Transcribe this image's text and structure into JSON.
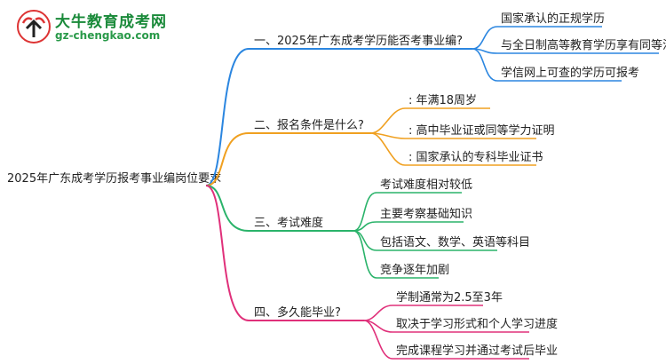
{
  "logo": {
    "title": "大牛教育成考网",
    "url": "gz-chengkao.com"
  },
  "root": {
    "label": "2025年广东成考学历报考事业编岗位要求"
  },
  "branches": [
    {
      "label": "一、2025年广东成考学历能否考事业编?",
      "color": "#2b86e0",
      "leaves": [
        "国家承认的正规学历",
        "与全日制高等教育学历享有同等法律效力",
        "学信网上可查的学历可报考"
      ]
    },
    {
      "label": "二、报名条件是什么?",
      "color": "#f0a020",
      "leaves": [
        ": 年满18周岁",
        ": 高中毕业证或同等学力证明",
        ": 国家承认的专科毕业证书"
      ]
    },
    {
      "label": "三、考试难度",
      "color": "#2ab36a",
      "leaves": [
        "考试难度相对较低",
        "主要考察基础知识",
        "包括语文、数学、英语等科目",
        "竞争逐年加剧"
      ]
    },
    {
      "label": "四、多久能毕业?",
      "color": "#e0307a",
      "leaves": [
        "学制通常为2.5至3年",
        "取决于学习形式和个人学习进度",
        "完成课程学习并通过考试后毕业"
      ]
    }
  ]
}
